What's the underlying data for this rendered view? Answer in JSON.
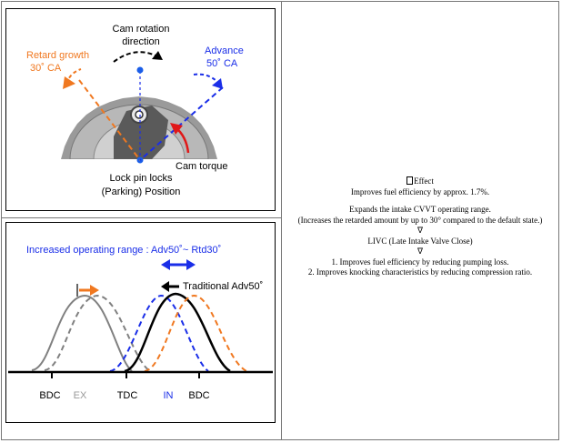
{
  "diagram_top": {
    "cam_rotation_line1": "Cam rotation",
    "cam_rotation_line2": "direction",
    "retard_line1": "Retard growth",
    "retard_line2": "30˚ CA",
    "advance_line1": "Advance",
    "advance_line2": "50˚ CA",
    "cam_torque": "Cam torque",
    "lock_line1": "Lock pin locks",
    "lock_line2": "(Parking) Position",
    "colors": {
      "retard": "#f07820",
      "advance": "#1a2ee8",
      "torque": "#e01818",
      "gear": "#9a9a9a"
    }
  },
  "diagram_bottom": {
    "range_label": "Increased operating range : Adv50˚~ Rtd30˚",
    "traditional_label": "Traditional Adv50˚",
    "axis_labels": [
      "BDC",
      "EX",
      "TDC",
      "IN",
      "BDC"
    ],
    "colors": {
      "ex": "#808080",
      "in": "#000000",
      "advance": "#1a2ee8",
      "retard": "#f07820"
    }
  },
  "notes": {
    "effect_title": "Effect",
    "effect_body": "Improves fuel efficiency by approx. 1.7%.",
    "expand_line1": "Expands the intake CVVT operating range.",
    "expand_line2": "(Increases the retarded amount by up to 30° compared to the default state.)",
    "arrow1": "∇",
    "livc": "LIVC (Late Intake Valve Close)",
    "arrow2": "∇",
    "item1": "1. Improves fuel efficiency by reducing pumping loss.",
    "item2": "2. Improves knocking characteristics by reducing compression ratio."
  }
}
